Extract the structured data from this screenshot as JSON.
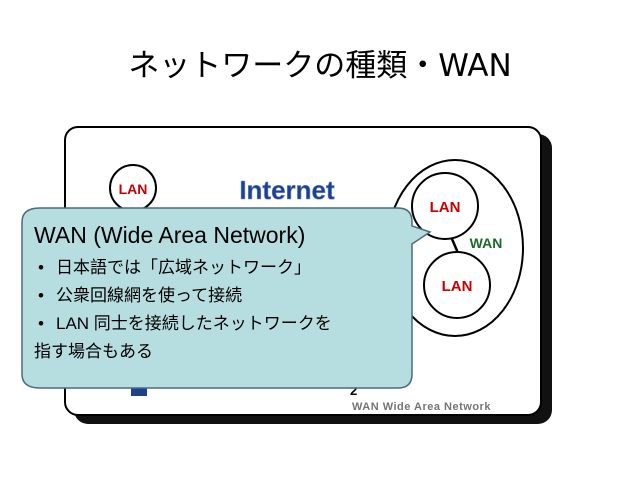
{
  "slide": {
    "title": "ネットワークの種類・WAN"
  },
  "diagram": {
    "internet_label": "Internet",
    "lan_label_left": "LAN",
    "lan_label_top": "LAN",
    "lan_label_bottom": "LAN",
    "wan_label": "WAN",
    "partial_char": "2",
    "caption_fragment": "WAN Wide Area Network",
    "colors": {
      "lan": "#cc0000",
      "internet": "#1f3f8f",
      "wan": "#1a6b2a",
      "callout_fill": "#b6dde0",
      "callout_stroke": "#4a6d78"
    }
  },
  "callout": {
    "heading": "WAN (Wide Area Network)",
    "bullets": [
      "日本語では「広域ネットワーク」",
      "公衆回線網を使って接続",
      "LAN 同士を接続したネットワークを"
    ],
    "bullet_continuation": "指す場合もある"
  }
}
